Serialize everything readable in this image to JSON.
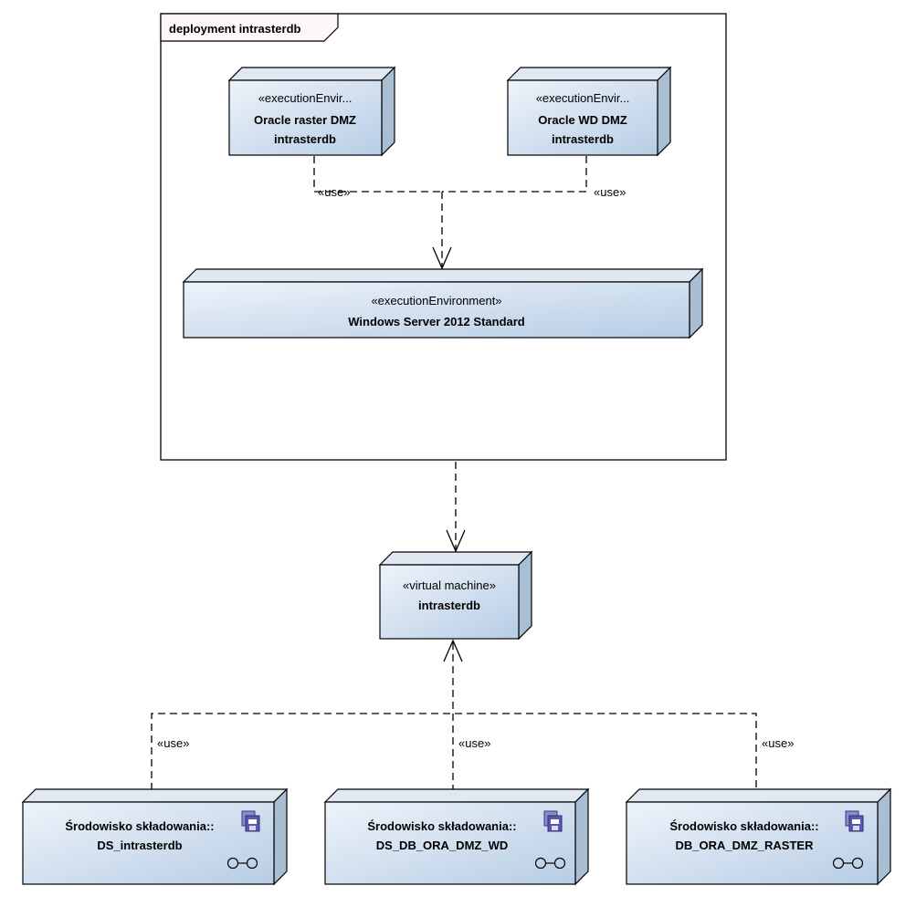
{
  "frame": {
    "label": "deployment intrasterdb"
  },
  "nodes": {
    "oracle_raster": {
      "stereotype": "«executionEnvir...",
      "name_line1": "Oracle  raster DMZ",
      "name_line2": "intrasterdb"
    },
    "oracle_wd": {
      "stereotype": "«executionEnvir...",
      "name_line1": "Oracle WD DMZ",
      "name_line2": "intrasterdb"
    },
    "windows_server": {
      "stereotype": "«executionEnvironment»",
      "name": "Windows Server 2012 Standard"
    },
    "virtual_machine": {
      "stereotype": "«virtual machine»",
      "name": "intrasterdb"
    },
    "ds_intrasterdb": {
      "package": "Środowisko składowania::",
      "name": "DS_intrasterdb",
      "icon": "storage-icon"
    },
    "ds_db_ora_dmz_wd": {
      "package": "Środowisko składowania::",
      "name": "DS_DB_ORA_DMZ_WD",
      "icon": "storage-icon"
    },
    "db_ora_dmz_raster": {
      "package": "Środowisko składowania::",
      "name": "DB_ORA_DMZ_RASTER",
      "icon": "storage-icon"
    }
  },
  "connectors": {
    "oracle_raster_use": "«use»",
    "oracle_wd_use": "«use»",
    "ds_intrasterdb_use": "«use»",
    "ds_db_ora_dmz_wd_use": "«use»",
    "db_ora_dmz_raster_use": "«use»"
  },
  "colors": {
    "node_fill_light": "#e6eef8",
    "node_fill_dark": "#b6cde6",
    "node_side": "#a9bdd3",
    "frame_tab": "#fdf7f8"
  }
}
